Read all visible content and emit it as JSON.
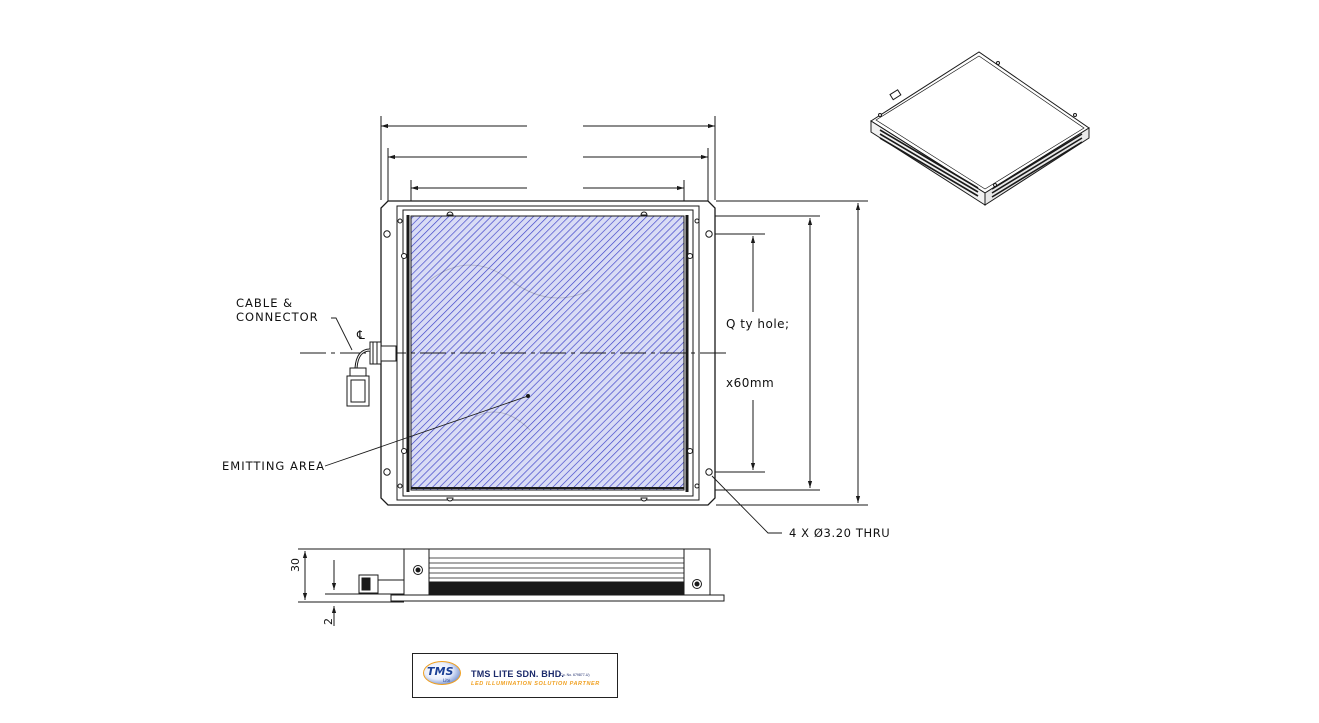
{
  "labels": {
    "cable_connector_line1": "CABLE &",
    "cable_connector_line2": "CONNECTOR",
    "centerline_symbol": "℄",
    "emitting_area": "EMITTING AREA",
    "qty_hole": "Q ty hole;",
    "x60mm": "x60mm",
    "holes_callout": "4 X  Ø3.20 THRU",
    "dim_height": "30",
    "dim_base": "2"
  },
  "logo": {
    "mark": "TMS",
    "mark_sub": "Lite",
    "company": "TMS LITE SDN. BHD.",
    "company_reg": "(Co. No. 679877-U)",
    "tagline": "LED ILLUMINATION SOLUTION PARTNER"
  },
  "colors": {
    "line": "#1a1a1a",
    "hatch": "#3a3fc8",
    "hatch_bg": "#d9dcf5",
    "logo_blue": "#1b2a6b",
    "logo_orange": "#f0a020"
  },
  "icons": {
    "centerline": "centerline-symbol",
    "diameter": "diameter-symbol"
  }
}
